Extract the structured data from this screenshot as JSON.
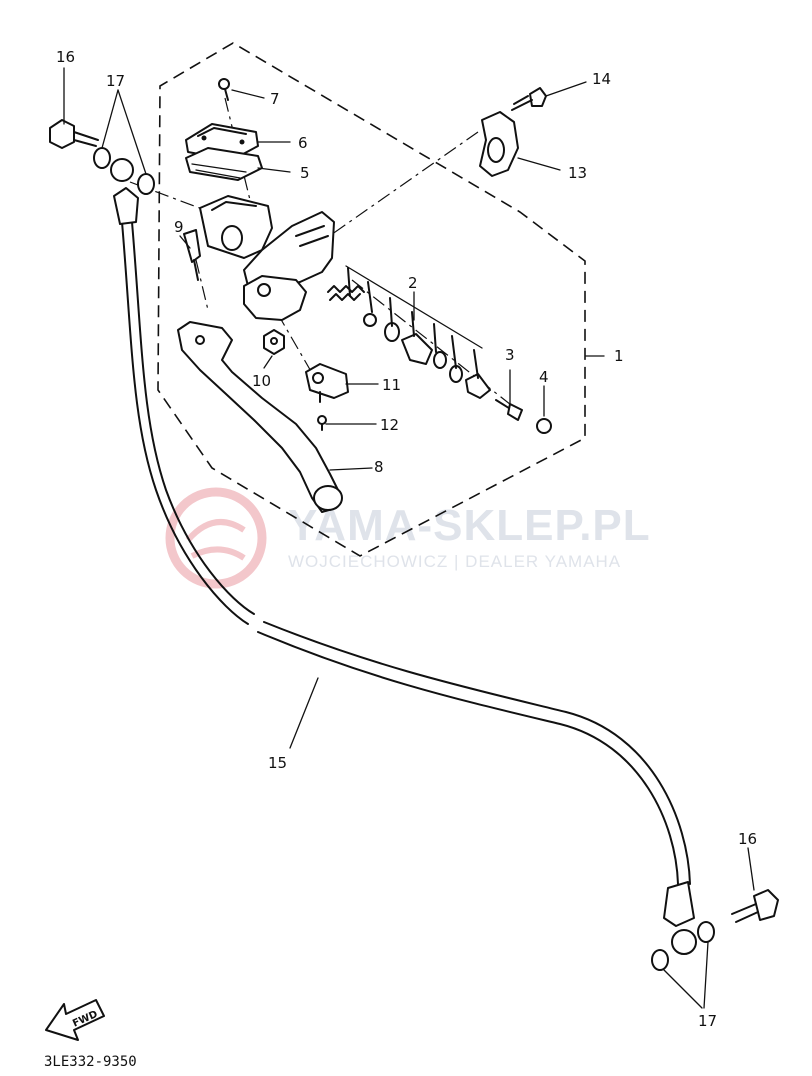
{
  "diagram": {
    "callouts": [
      {
        "id": "c1",
        "label": "1"
      },
      {
        "id": "c2",
        "label": "2"
      },
      {
        "id": "c3",
        "label": "3"
      },
      {
        "id": "c4",
        "label": "4"
      },
      {
        "id": "c5",
        "label": "5"
      },
      {
        "id": "c6",
        "label": "6"
      },
      {
        "id": "c7",
        "label": "7"
      },
      {
        "id": "c8",
        "label": "8"
      },
      {
        "id": "c9",
        "label": "9"
      },
      {
        "id": "c10",
        "label": "10"
      },
      {
        "id": "c11",
        "label": "11"
      },
      {
        "id": "c12",
        "label": "12"
      },
      {
        "id": "c13",
        "label": "13"
      },
      {
        "id": "c14",
        "label": "14"
      },
      {
        "id": "c15",
        "label": "15"
      },
      {
        "id": "c16a",
        "label": "16"
      },
      {
        "id": "c16b",
        "label": "16"
      },
      {
        "id": "c17a",
        "label": "17"
      },
      {
        "id": "c17b",
        "label": "17"
      }
    ],
    "fwd_label": "FWD",
    "part_code": "3LE332-9350"
  },
  "watermark": {
    "title": "YAMA-SKLEP.PL",
    "subtitle": "WOJCIECHOWICZ | DEALER YAMAHA",
    "color": "#e8a0a6"
  }
}
